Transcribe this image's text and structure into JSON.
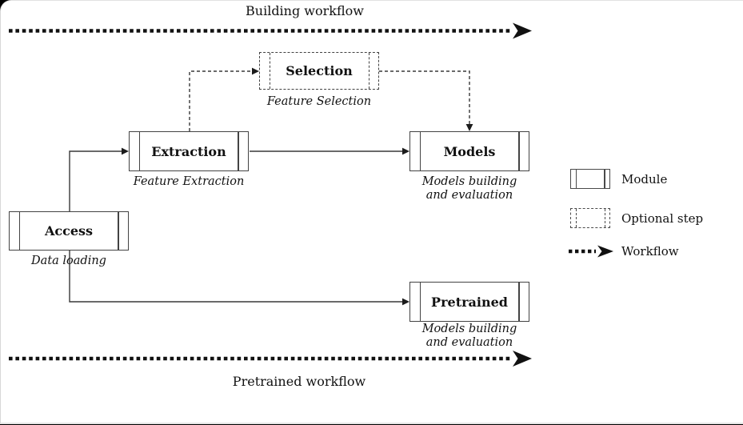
{
  "diagram": {
    "top_workflow_label": "Building workflow",
    "bottom_workflow_label": "Pretrained workflow",
    "nodes": {
      "access": {
        "label": "Access",
        "caption": "Data loading"
      },
      "extraction": {
        "label": "Extraction",
        "caption": "Feature Extraction"
      },
      "selection": {
        "label": "Selection",
        "caption": "Feature Selection"
      },
      "models": {
        "label": "Models",
        "caption": "Models building\nand evaluation"
      },
      "pretrained": {
        "label": "Pretrained",
        "caption": "Models building\nand evaluation"
      }
    },
    "legend": {
      "module_label": "Module",
      "optional_label": "Optional step",
      "workflow_label": "Workflow"
    },
    "colors": {
      "box_border": "#434343",
      "connector": "#383838",
      "workflow_line": "#111111",
      "text": "#111111",
      "surface": "#ffffff",
      "frame": "#000000"
    }
  }
}
